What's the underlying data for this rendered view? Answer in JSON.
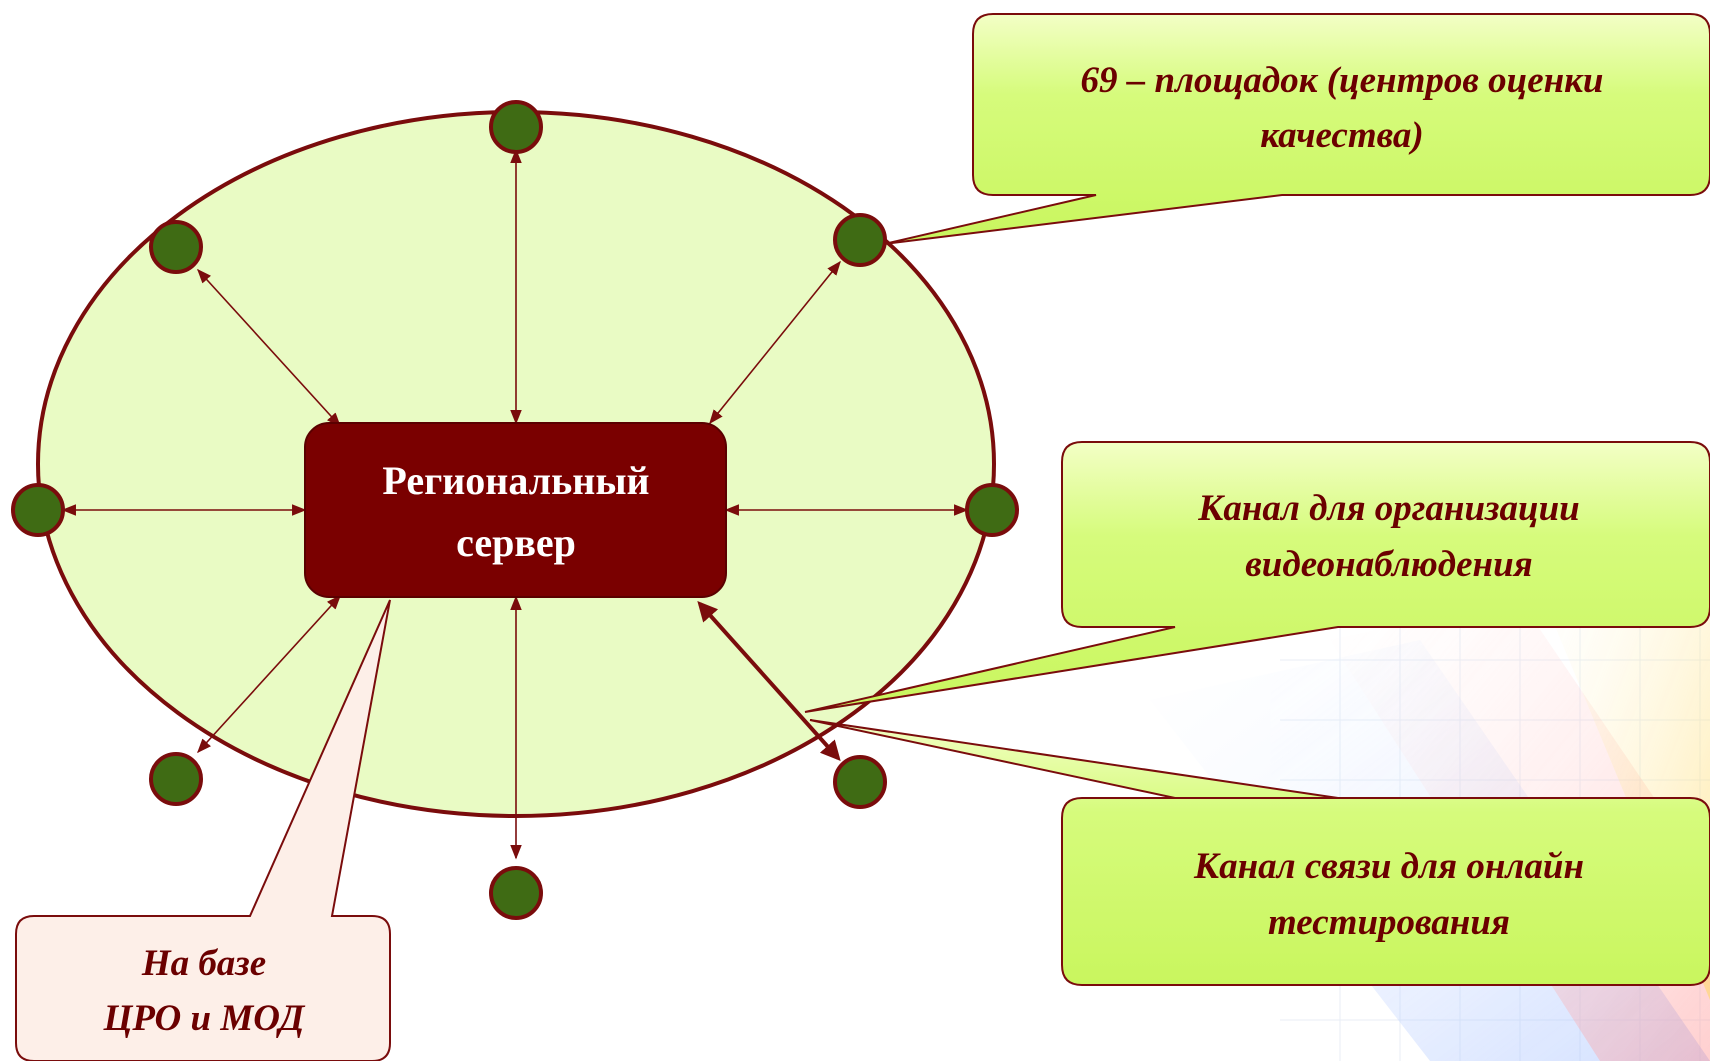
{
  "server": {
    "line1": "Региональный",
    "line2": "сервер"
  },
  "callouts": {
    "sites": {
      "line1": "69 – площадок (центров оценки",
      "line2": "качества)"
    },
    "video": {
      "line1": "Канал для организации",
      "line2": "видеонаблюдения"
    },
    "online": {
      "line1": "Канал связи для онлайн",
      "line2": "тестирования"
    },
    "base": {
      "line1": "На базе",
      "line2": "ЦРО и МОД"
    }
  },
  "colors": {
    "ellipse_fill": "#e9fbc4",
    "ellipse_stroke": "#7a0c0c",
    "node_fill": "#3f6b14",
    "server_fill": "#7a0000",
    "callout_fill": "#d8fb84",
    "base_callout_fill": "#fdefe8",
    "text": "#6b0000"
  }
}
